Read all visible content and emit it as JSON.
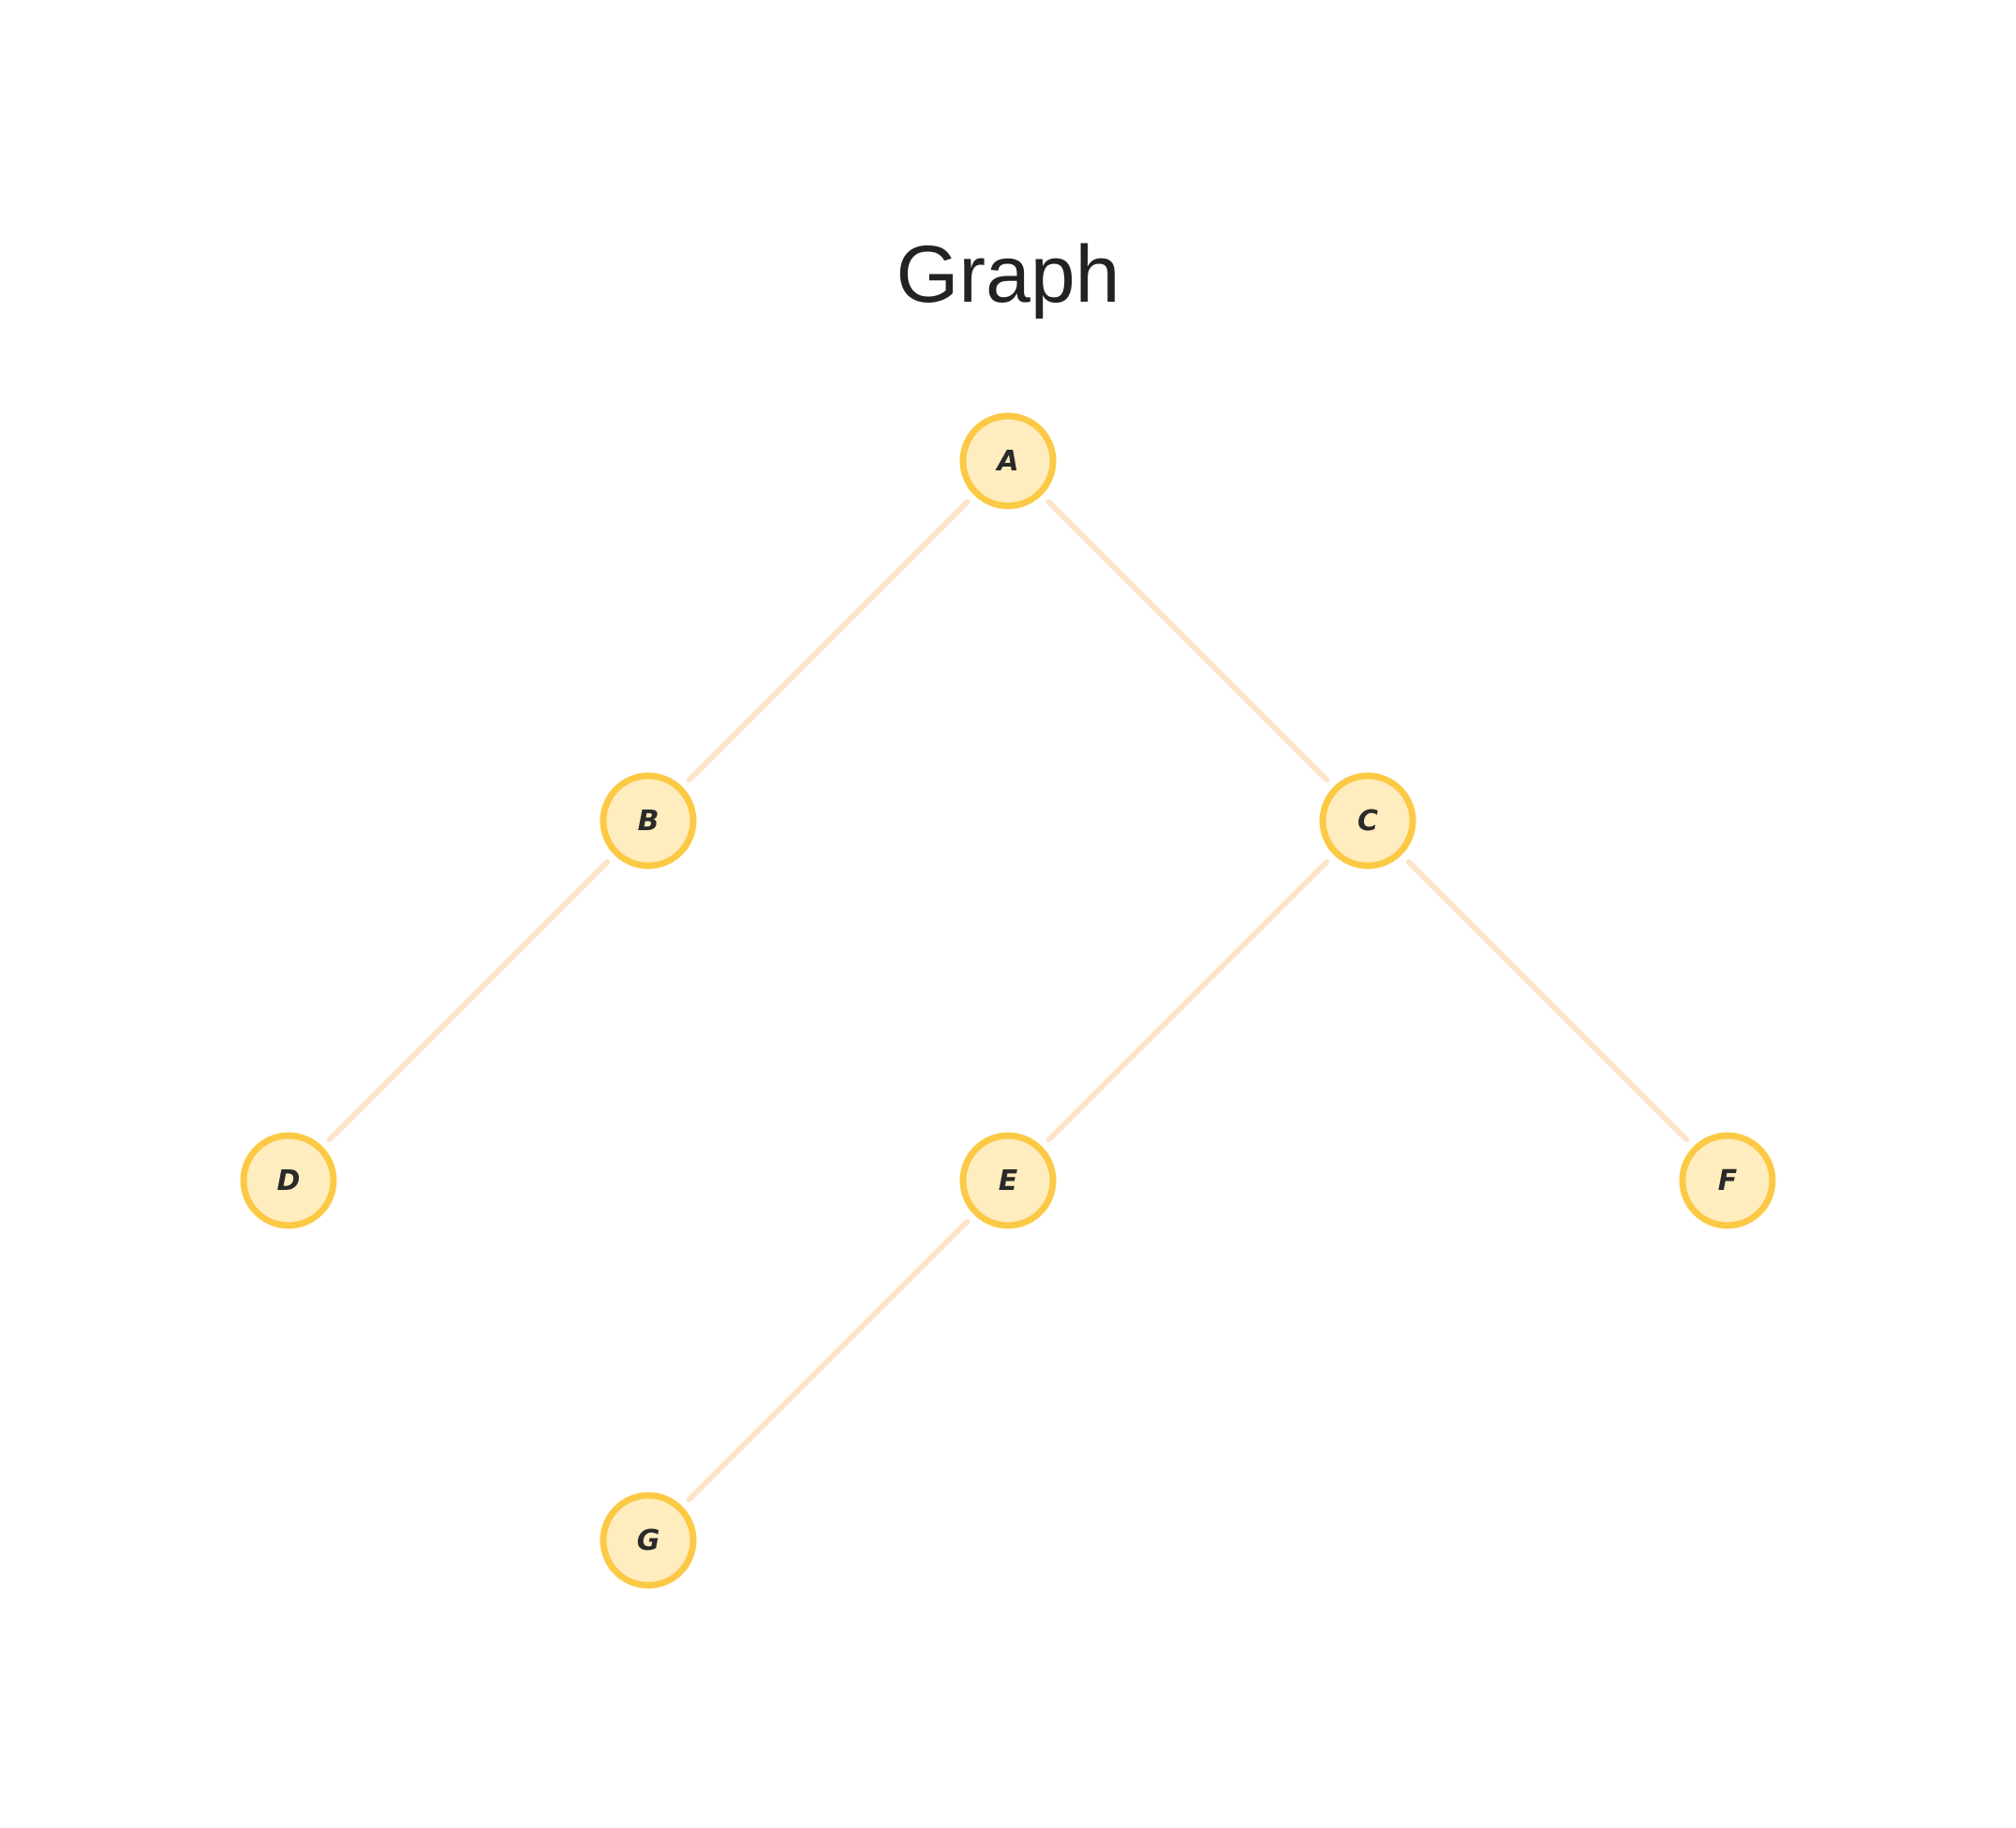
{
  "title": "Graph",
  "colors": {
    "background": "#ffffff",
    "node_fill": "#ffecbf",
    "node_stroke": "#fcc945",
    "edge": "#fde3c8",
    "label": "#2a2a2a",
    "title": "#222222"
  },
  "nodes": [
    {
      "id": "A",
      "label": "A",
      "depth": 0,
      "column": 3
    },
    {
      "id": "B",
      "label": "B",
      "depth": 1,
      "column": 2
    },
    {
      "id": "C",
      "label": "C",
      "depth": 1,
      "column": 4
    },
    {
      "id": "D",
      "label": "D",
      "depth": 2,
      "column": 1
    },
    {
      "id": "E",
      "label": "E",
      "depth": 2,
      "column": 3
    },
    {
      "id": "F",
      "label": "F",
      "depth": 2,
      "column": 5
    },
    {
      "id": "G",
      "label": "G",
      "depth": 3,
      "column": 2
    }
  ],
  "edges": [
    {
      "from": "A",
      "to": "B"
    },
    {
      "from": "A",
      "to": "C"
    },
    {
      "from": "B",
      "to": "D"
    },
    {
      "from": "C",
      "to": "E"
    },
    {
      "from": "C",
      "to": "F"
    },
    {
      "from": "E",
      "to": "G"
    }
  ]
}
